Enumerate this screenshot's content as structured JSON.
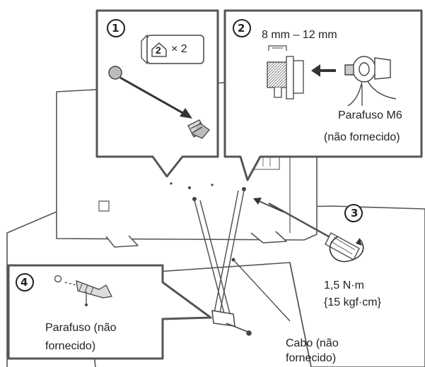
{
  "steps": {
    "s1": "1",
    "s2": "2",
    "s3": "3",
    "s4": "4"
  },
  "callout1": {
    "badge_num": "2",
    "badge_mult": "× 2"
  },
  "callout2": {
    "dimension": "8 mm – 12 mm",
    "screw_label_1": "Parafuso M6",
    "screw_label_2": "(não fornecido)"
  },
  "torque": {
    "line1": "1,5 N·m",
    "line2": "{15 kgf·cm}"
  },
  "callout4": {
    "screw_label_1": "Parafuso (não",
    "screw_label_2": "fornecido)"
  },
  "cable": {
    "line1": "Cabo (não",
    "line2": "fornecido)"
  }
}
